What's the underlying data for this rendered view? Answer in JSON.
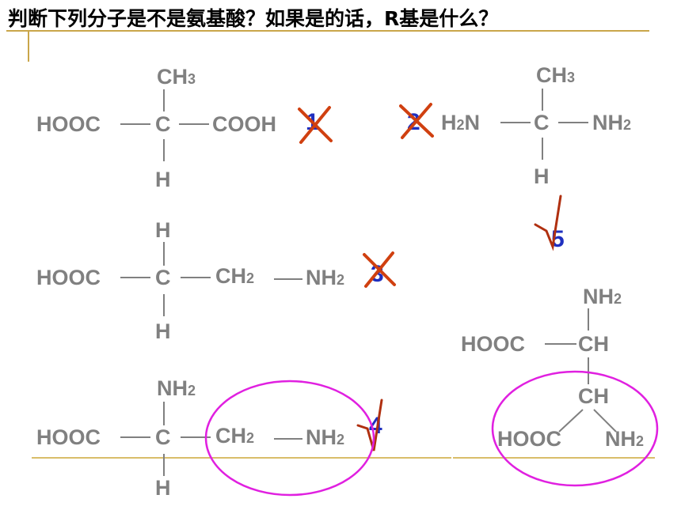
{
  "title": "判断下列分子是不是氨基酸？如果是的话，R基是什么？",
  "molecules": {
    "m1": {
      "top": "CH3",
      "left": "HOOC",
      "center": "C",
      "right": "COOH",
      "bottom": "H",
      "number": "1",
      "mark": "✗"
    },
    "m2": {
      "top": "CH3",
      "left": "H2N",
      "center": "C",
      "right": "NH2",
      "bottom": "H",
      "number": "2",
      "mark": "✗"
    },
    "m3": {
      "top": "H",
      "left": "HOOC",
      "center": "C",
      "right": "CH2",
      "right2": "NH2",
      "bottom": "H",
      "number": "3",
      "mark": "✗"
    },
    "m4": {
      "top": "NH2",
      "left": "HOOC",
      "center": "C",
      "right": "CH2",
      "right2": "NH2",
      "bottom": "H",
      "number": "4",
      "mark": "√",
      "r_group_circled": true
    },
    "m5": {
      "top": "NH2",
      "left": "HOOC",
      "center": "CH",
      "down": "CH",
      "down_left": "HOOC",
      "down_right": "NH2",
      "number": "5",
      "mark": "√",
      "r_group_circled": true
    }
  },
  "colors": {
    "text": "#808080",
    "number": "#1f2fbf",
    "cross": "#d04010",
    "check": "#b03010",
    "circle": "#e020e0",
    "rule": "#c9a64a"
  }
}
